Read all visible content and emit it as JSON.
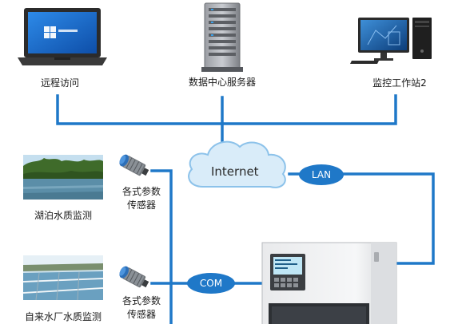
{
  "nodes": {
    "laptop": {
      "label": "远程访问",
      "icon": "laptop-icon"
    },
    "server": {
      "label": "数据中心服务器",
      "icon": "server-rack-icon"
    },
    "workstation": {
      "label": "监控工作站2",
      "icon": "desktop-computer-icon"
    },
    "cloud": {
      "label": "Internet",
      "icon": "cloud-icon"
    },
    "lan": {
      "label": "LAN"
    },
    "com": {
      "label": "COM"
    },
    "lake": {
      "label": "湖泊水质监测",
      "icon": "lake-photo"
    },
    "waterworks": {
      "label": "自来水厂水质监测",
      "icon": "waterworks-photo"
    },
    "sensor1": {
      "label_line1": "各式参数",
      "label_line2": "传感器",
      "icon": "sensor-probe-icon"
    },
    "sensor2": {
      "label_line1": "各式参数",
      "label_line2": "传感器",
      "icon": "sensor-probe-icon"
    },
    "analyzer": {
      "icon": "water-analyzer-cabinet-icon"
    }
  },
  "colors": {
    "line": "#1f78c8",
    "pill": "#1f78c8",
    "cloud": "#d9ecf9"
  }
}
